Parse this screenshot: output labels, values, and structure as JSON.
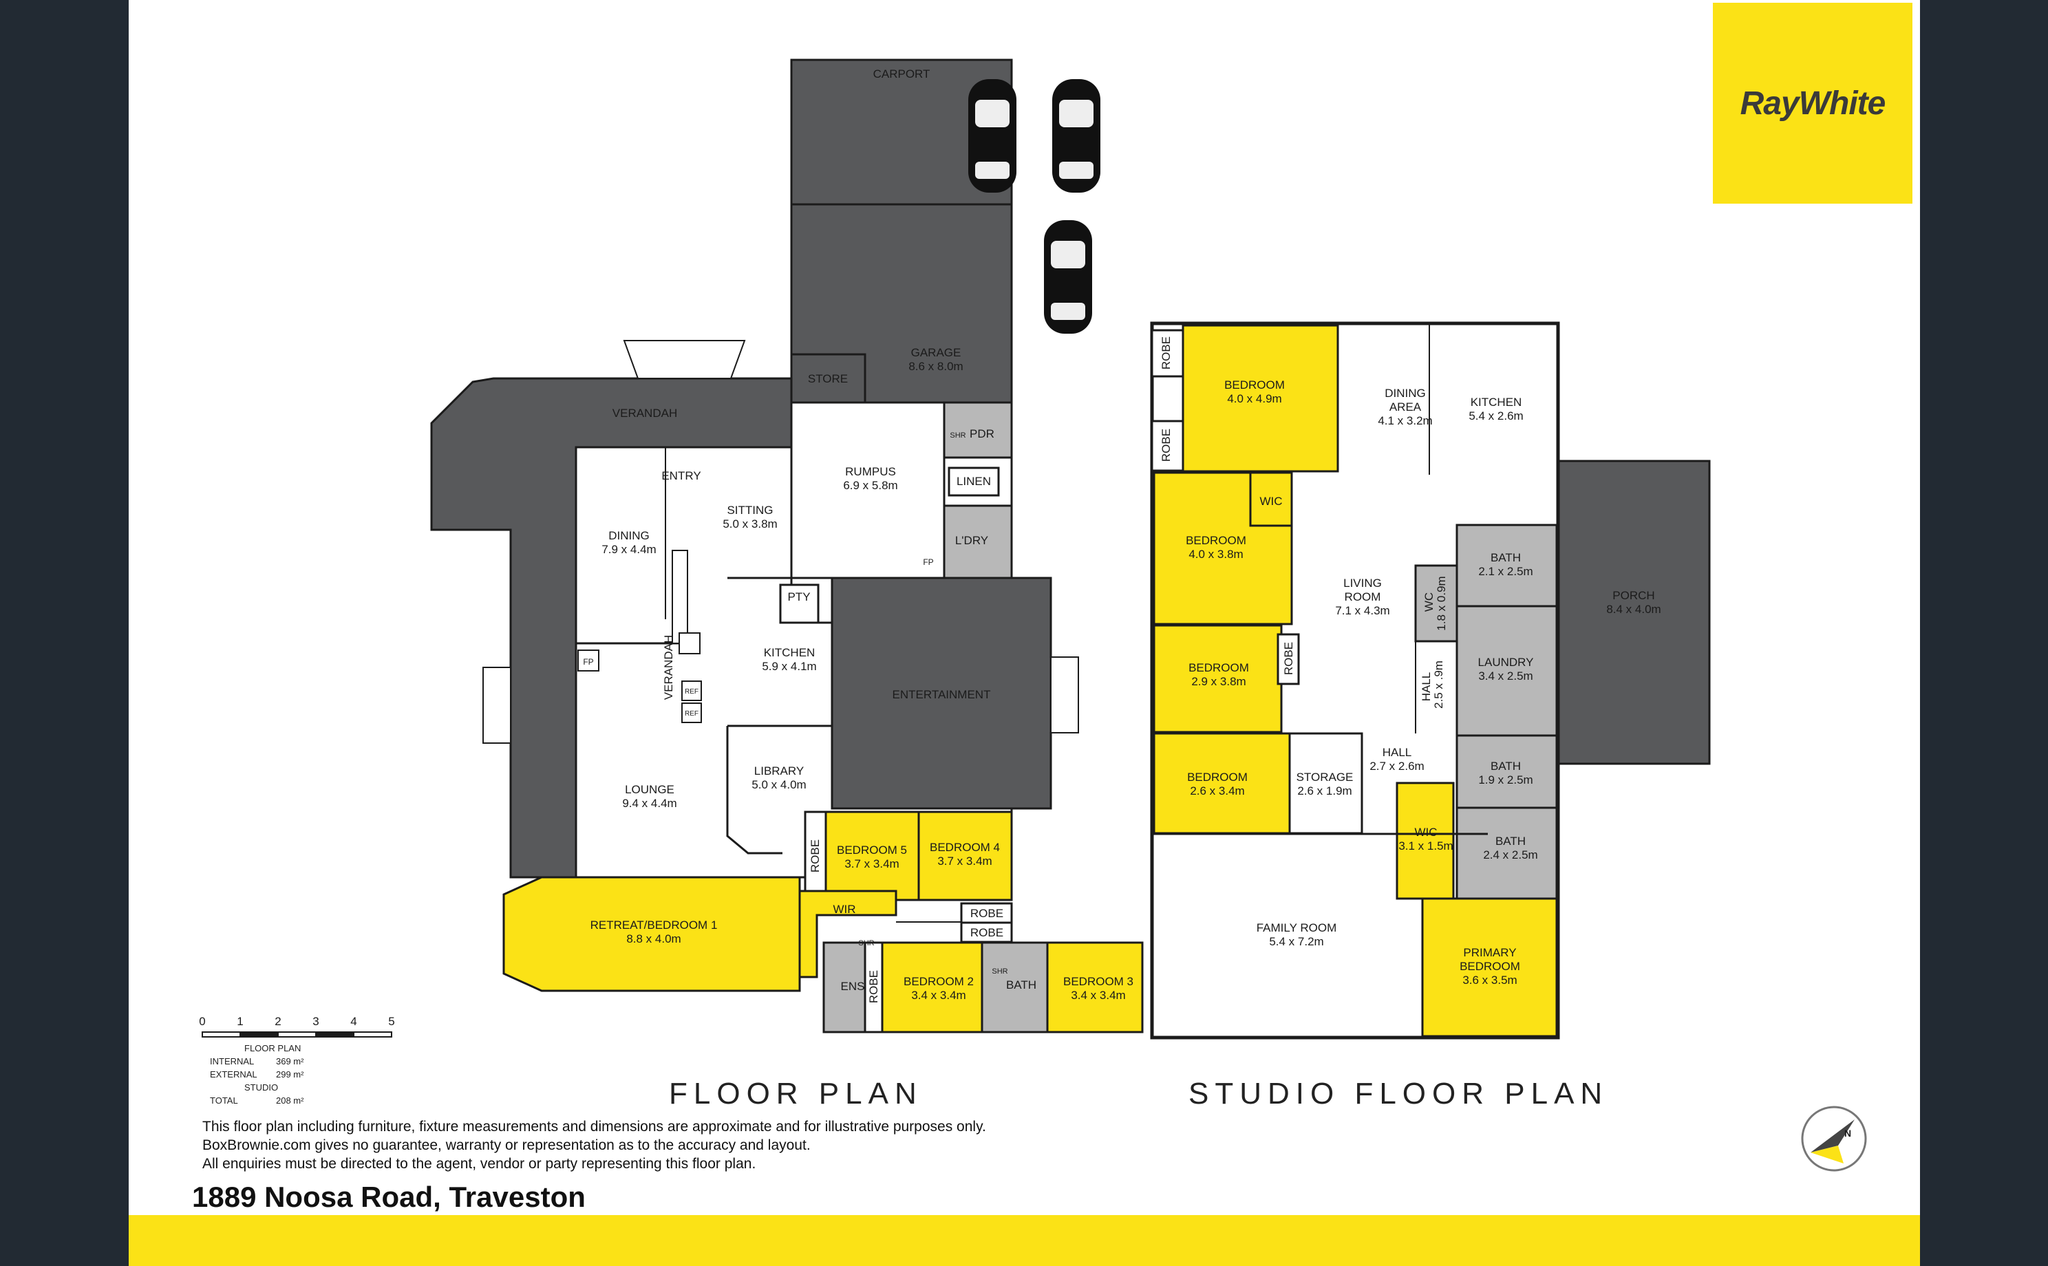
{
  "brand": {
    "name": "RayWhite",
    "accent": "#fbe216",
    "dark": "#58595b",
    "grey": "#b8b8b8",
    "frame": "#222a33"
  },
  "address": "1889 Noosa Road, Traveston",
  "titles": {
    "main": "FLOOR PLAN",
    "studio": "STUDIO FLOOR PLAN"
  },
  "disclaimer": [
    "This floor plan including furniture, fixture measurements and dimensions are approximate and for illustrative purposes only.",
    "BoxBrownie.com gives no guarantee, warranty or representation as to the accuracy and layout.",
    "All enquiries must be directed to the agent, vendor or party representing this floor plan."
  ],
  "scale": {
    "ticks": [
      "0",
      "1",
      "2",
      "3",
      "4",
      "5"
    ]
  },
  "areas": {
    "floor_plan_heading": "FLOOR PLAN",
    "internal_label": "INTERNAL",
    "internal_value": "369 m²",
    "external_label": "EXTERNAL",
    "external_value": "299 m²",
    "studio_heading": "STUDIO",
    "total_label": "TOTAL",
    "total_value": "208 m²"
  },
  "rooms": {
    "carport": {
      "name": "CARPORT"
    },
    "garage": {
      "name": "GARAGE",
      "size": "8.6 x 8.0m"
    },
    "store": {
      "name": "STORE"
    },
    "verandah_top": {
      "name": "VERANDAH"
    },
    "verandah_side": {
      "name": "VERANDAH"
    },
    "entry": {
      "name": "ENTRY"
    },
    "dining": {
      "name": "DINING",
      "size": "7.9 x 4.4m"
    },
    "sitting": {
      "name": "SITTING",
      "size": "5.0 x 3.8m"
    },
    "rumpus": {
      "name": "RUMPUS",
      "size": "6.9 x 5.8m"
    },
    "pdr": {
      "name": "PDR"
    },
    "shr_pdr": {
      "name": "SHR"
    },
    "linen": {
      "name": "LINEN"
    },
    "laundry": {
      "name": "L'DRY"
    },
    "fp_rumpus": {
      "name": "FP"
    },
    "pty": {
      "name": "PTY"
    },
    "kitchen": {
      "name": "KITCHEN",
      "size": "5.9 x 4.1m"
    },
    "ref1": {
      "name": "REF"
    },
    "ref2": {
      "name": "REF"
    },
    "fp_lounge": {
      "name": "FP"
    },
    "entertainment": {
      "name": "ENTERTAINMENT"
    },
    "lounge": {
      "name": "LOUNGE",
      "size": "9.4 x 4.4m"
    },
    "library": {
      "name": "LIBRARY",
      "size": "5.0 x 4.0m"
    },
    "robe_b5": {
      "name": "ROBE"
    },
    "bedroom5": {
      "name": "BEDROOM 5",
      "size": "3.7 x 3.4m"
    },
    "bedroom4": {
      "name": "BEDROOM 4",
      "size": "3.7 x 3.4m"
    },
    "robe_a": {
      "name": "ROBE"
    },
    "robe_b": {
      "name": "ROBE"
    },
    "retreat": {
      "name": "RETREAT/BEDROOM 1",
      "size": "8.8 x 4.0m"
    },
    "wir": {
      "name": "WIR"
    },
    "ens": {
      "name": "ENS"
    },
    "shr_ens": {
      "name": "SHR"
    },
    "robe_b2": {
      "name": "ROBE"
    },
    "bedroom2": {
      "name": "BEDROOM 2",
      "size": "3.4 x 3.4m"
    },
    "bath_main": {
      "name": "BATH"
    },
    "shr_bath": {
      "name": "SHR"
    },
    "bedroom3": {
      "name": "BEDROOM 3",
      "size": "3.4 x 3.4m"
    }
  },
  "studio": {
    "robe1": {
      "name": "ROBE"
    },
    "robe2": {
      "name": "ROBE"
    },
    "bedroom_a": {
      "name": "BEDROOM",
      "size": "4.0 x 4.9m"
    },
    "dining_area": {
      "name1": "DINING",
      "name2": "AREA",
      "size": "4.1 x 3.2m"
    },
    "kitchen": {
      "name": "KITCHEN",
      "size": "5.4 x 2.6m"
    },
    "bedroom_b": {
      "name": "BEDROOM",
      "size": "4.0 x 3.8m"
    },
    "wic_a": {
      "name": "WIC"
    },
    "living": {
      "name1": "LIVING",
      "name2": "ROOM",
      "size": "7.1 x 4.3m"
    },
    "bath1": {
      "name": "BATH",
      "size": "2.1 x 2.5m"
    },
    "wc": {
      "name": "WC",
      "size": "1.8 x 0.9m"
    },
    "laundry": {
      "name": "LAUNDRY",
      "size": "3.4 x 2.5m"
    },
    "bedroom_c": {
      "name": "BEDROOM",
      "size": "2.9 x 3.8m"
    },
    "robe3": {
      "name": "ROBE"
    },
    "hall_v": {
      "name": "HALL",
      "size": "2.5 x .9m"
    },
    "porch": {
      "name": "PORCH",
      "size": "8.4 x 4.0m"
    },
    "bedroom_d": {
      "name": "BEDROOM",
      "size": "2.6 x 3.4m"
    },
    "storage": {
      "name": "STORAGE",
      "size": "2.6 x 1.9m"
    },
    "hall": {
      "name": "HALL",
      "size": "2.7 x 2.6m"
    },
    "bath2": {
      "name": "BATH",
      "size": "1.9 x 2.5m"
    },
    "wic_b": {
      "name": "WIC",
      "size": "3.1 x 1.5m"
    },
    "bath3": {
      "name": "BATH",
      "size": "2.4 x 2.5m"
    },
    "family": {
      "name": "FAMILY ROOM",
      "size": "5.4 x 7.2m"
    },
    "primary": {
      "name1": "PRIMARY",
      "name2": "BEDROOM",
      "size": "3.6 x 3.5m"
    }
  },
  "compass": {
    "label": "N"
  }
}
